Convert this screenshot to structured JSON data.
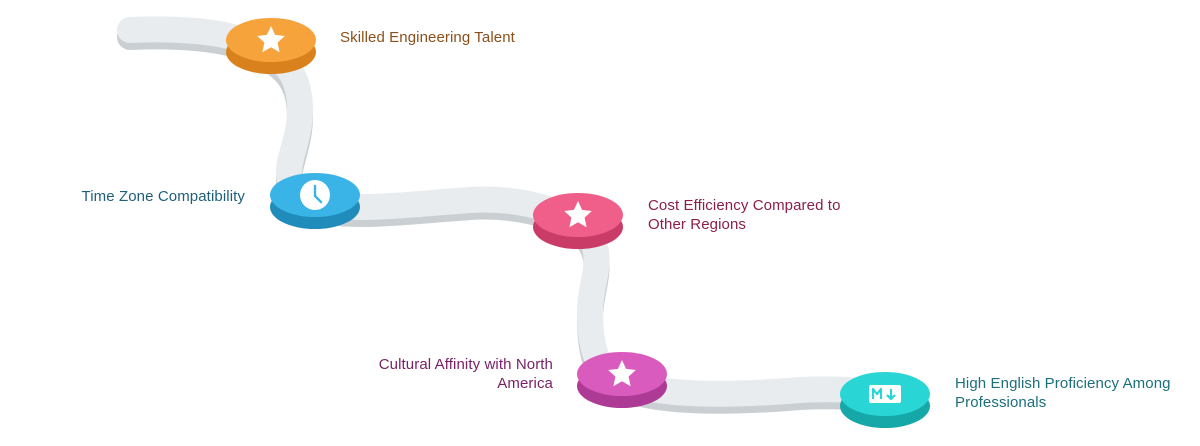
{
  "milestones": [
    {
      "label": "Skilled Engineering Talent",
      "icon": "star-icon",
      "color": "#f6a33c",
      "dark": "#d9821d",
      "text_color": "#8b4f1a"
    },
    {
      "label": "Time Zone Compatibility",
      "icon": "clock-icon",
      "color": "#3ab4e6",
      "dark": "#1f8cbc",
      "text_color": "#1d5f7a"
    },
    {
      "label": "Cost Efficiency Compared to Other Regions",
      "icon": "star-icon",
      "color": "#ef5f8a",
      "dark": "#c93c68",
      "text_color": "#8b1e4a"
    },
    {
      "label": "Cultural Affinity with North America",
      "icon": "star-icon",
      "color": "#d95bbd",
      "dark": "#ad3b95",
      "text_color": "#7a1f66"
    },
    {
      "label": "High English Proficiency Among Professionals",
      "icon": "markdown-icon",
      "color": "#29d5d5",
      "dark": "#16a8a8",
      "text_color": "#1b6f7a"
    }
  ]
}
